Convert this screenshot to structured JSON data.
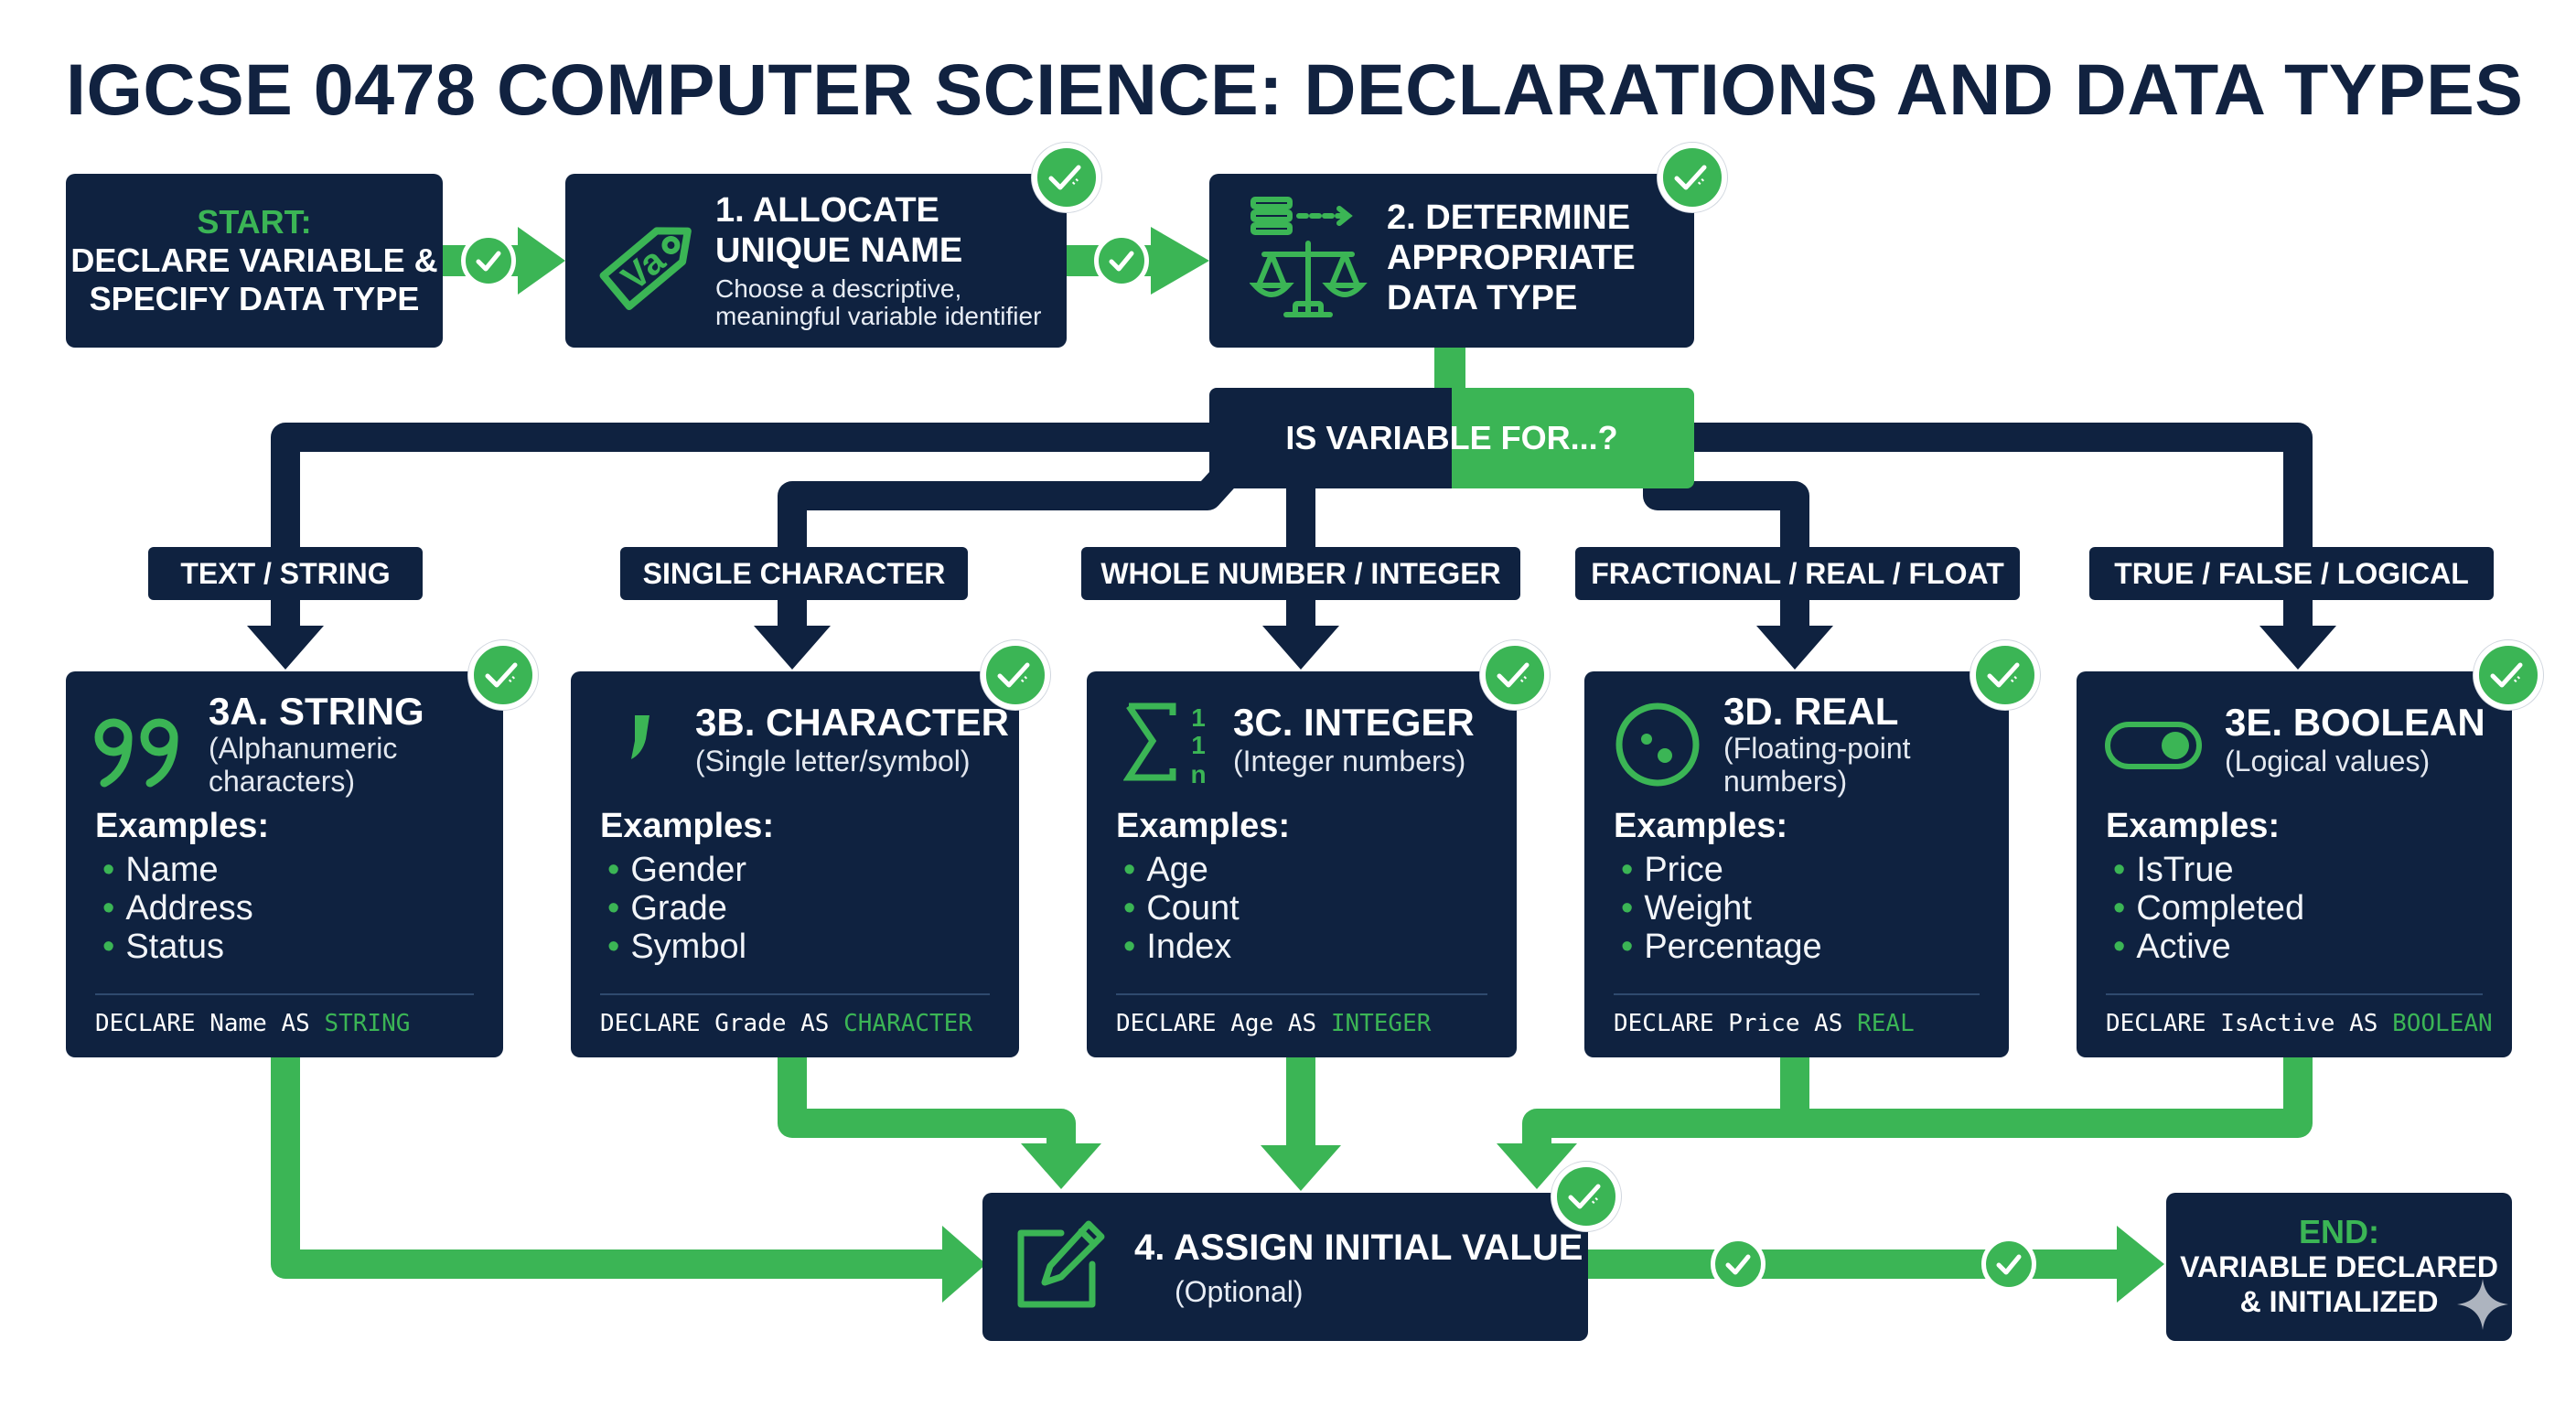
{
  "title": "IGCSE 0478 COMPUTER SCIENCE: DECLARATIONS AND DATA TYPES",
  "colors": {
    "navy": "#0f2240",
    "green": "#3bb555",
    "white": "#ffffff",
    "title": "#112240"
  },
  "start": {
    "line1": "START:",
    "line2": "DECLARE VARIABLE &",
    "line3": "SPECIFY DATA TYPE"
  },
  "allocate": {
    "title1": "1. ALLOCATE",
    "title2": "UNIQUE NAME",
    "sub1": "Choose a descriptive,",
    "sub2": "meaningful variable identifier",
    "icon": "tag-icon",
    "icon_text": "Va"
  },
  "determine": {
    "title1": "2. DETERMINE",
    "title2": "APPROPRIATE",
    "title3": "DATA TYPE",
    "icon": "scales-icon"
  },
  "decision": {
    "label": "IS VARIABLE FOR...?"
  },
  "branches": [
    "TEXT / STRING",
    "SINGLE CHARACTER",
    "WHOLE NUMBER / INTEGER",
    "FRACTIONAL / REAL / FLOAT",
    "TRUE / FALSE / LOGICAL"
  ],
  "types": [
    {
      "title": "3A. STRING",
      "sub1": "(Alphanumeric",
      "sub2": "characters)",
      "examples_label": "Examples:",
      "examples": [
        "Name",
        "Address",
        "Status"
      ],
      "code_prefix": "DECLARE Name AS",
      "code_type": "STRING",
      "icon": "quote-icon"
    },
    {
      "title": "3B. CHARACTER",
      "sub1": "(Single letter/symbol)",
      "sub2": "",
      "examples_label": "Examples:",
      "examples": [
        "Gender",
        "Grade",
        "Symbol"
      ],
      "code_prefix": "DECLARE Grade AS",
      "code_type": "CHARACTER",
      "icon": "apostrophe-icon"
    },
    {
      "title": "3C. INTEGER",
      "sub1": "(Integer numbers)",
      "sub2": "",
      "examples_label": "Examples:",
      "examples": [
        "Age",
        "Count",
        "Index"
      ],
      "code_prefix": "DECLARE Age AS",
      "code_type": "INTEGER",
      "icon": "sigma-icon"
    },
    {
      "title": "3D. REAL",
      "sub1": "(Floating-point",
      "sub2": "numbers)",
      "examples_label": "Examples:",
      "examples": [
        "Price",
        "Weight",
        "Percentage"
      ],
      "code_prefix": "DECLARE Price AS",
      "code_type": "REAL",
      "icon": "decimal-point-icon"
    },
    {
      "title": "3E. BOOLEAN",
      "sub1": "(Logical values)",
      "sub2": "",
      "examples_label": "Examples:",
      "examples": [
        "IsTrue",
        "Completed",
        "Active"
      ],
      "code_prefix": "DECLARE IsActive AS",
      "code_type": "BOOLEAN",
      "icon": "toggle-icon"
    }
  ],
  "assign": {
    "title": "4. ASSIGN INITIAL VALUE",
    "sub": "(Optional)",
    "icon": "pencil-icon"
  },
  "end": {
    "line1": "END:",
    "line2": "VARIABLE DECLARED",
    "line3": "& INITIALIZED"
  }
}
